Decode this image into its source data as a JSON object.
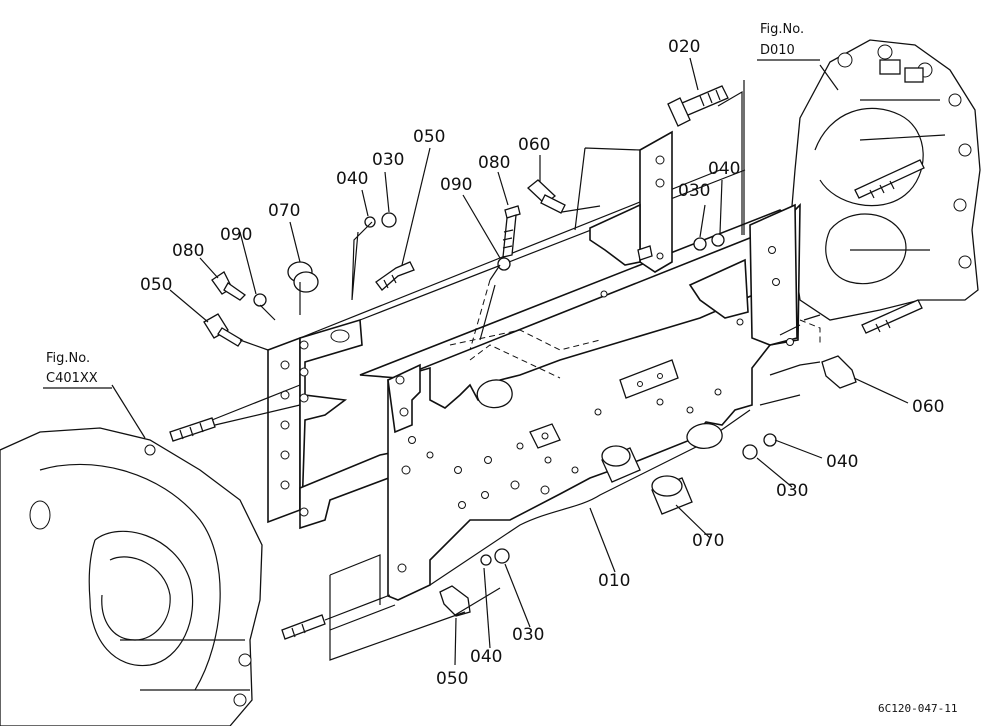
{
  "diagram": {
    "part_labels": {
      "p010": "010",
      "p020": "020",
      "p030_a": "030",
      "p030_b": "030",
      "p030_c": "030",
      "p030_d": "030",
      "p040_a": "040",
      "p040_b": "040",
      "p040_c": "040",
      "p040_d": "040",
      "p050_a": "050",
      "p050_b": "050",
      "p050_c": "050",
      "p060_a": "060",
      "p060_b": "060",
      "p070_a": "070",
      "p070_b": "070",
      "p080_a": "080",
      "p080_b": "080",
      "p090_a": "090",
      "p090_b": "090"
    },
    "refs": {
      "fig_label_right": "Fig.No.",
      "fig_no_right": "D010",
      "fig_label_left": "Fig.No.",
      "fig_no_left": "C401XX"
    },
    "drawing_code": "6C120-047-11"
  }
}
